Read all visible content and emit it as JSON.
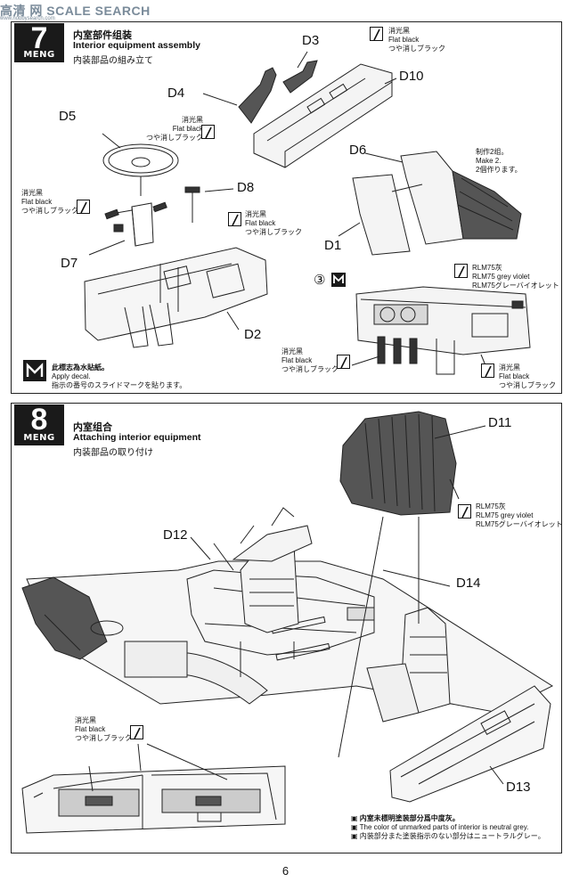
{
  "watermark": {
    "text": "高清 网 SCALE SEARCH",
    "url": "www.hobbysearch.com"
  },
  "brand_logo": "MENG",
  "steps": [
    {
      "number": "7",
      "title_cn": "内室部件组装",
      "title_en": "Interior equipment assembly",
      "title_jp": "内装部品の組み立て"
    },
    {
      "number": "8",
      "title_cn": "内室组合",
      "title_en": "Attaching interior equipment",
      "title_jp": "内装部品の取り付け"
    }
  ],
  "paint_flat_black": {
    "cn": "消光黑",
    "en": "Flat black",
    "jp": "つや消しブラック"
  },
  "paint_grey_violet": {
    "cn": "RLM75灰",
    "en": "RLM75 grey violet",
    "jp": "RLM75グレーバイオレット"
  },
  "parts": {
    "D1": "D1",
    "D2": "D2",
    "D3": "D3",
    "D4": "D4",
    "D5": "D5",
    "D6": "D6",
    "D7": "D7",
    "D8": "D8",
    "D10": "D10",
    "D11": "D11",
    "D12": "D12",
    "D13": "D13",
    "D14": "D14"
  },
  "make_two": {
    "cn": "制作2组。",
    "en": "Make 2.",
    "jp": "2個作ります。"
  },
  "decal_number": "③",
  "decal_note": {
    "cn": "此標志為水貼紙。",
    "en": "Apply decal.",
    "jp": "指示の番号のスライドマークを貼ります。"
  },
  "unmarked_note": {
    "cn": "内室未標明塗装部分爲中度灰。",
    "en": "The color of unmarked parts of interior is neutral grey.",
    "jp": "内装部分また塗装指示のない部分はニュートラルグレー。"
  },
  "page_number": "6"
}
